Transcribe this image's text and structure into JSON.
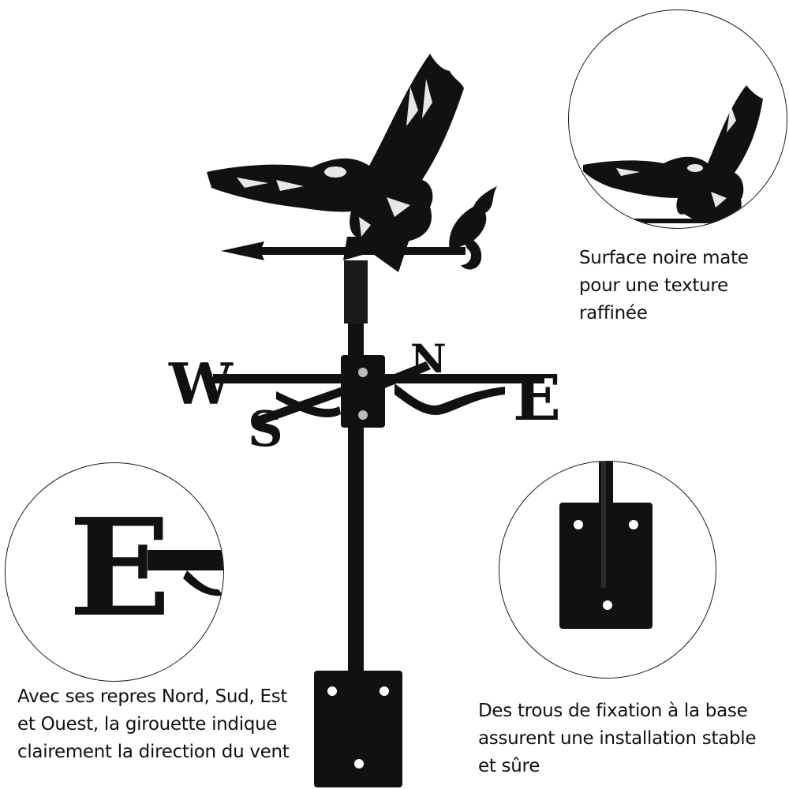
{
  "directions": {
    "north": "N",
    "south": "S",
    "east": "E",
    "west": "W"
  },
  "callouts": {
    "finish": {
      "lines": [
        "Surface noire mate",
        "pour une texture",
        "raffinée"
      ]
    },
    "cardinal": {
      "letter": "E",
      "lines": [
        "Avec ses repres Nord, Sud, Est",
        "et Ouest, la girouette indique",
        "clairement la direction du vent"
      ]
    },
    "mounting": {
      "lines": [
        "Des trous de fixation à la base",
        "assurent une installation stable",
        "et sûre"
      ]
    }
  },
  "colors": {
    "metal": "#111111",
    "background": "#ffffff",
    "outline": "#1a1a1a"
  }
}
